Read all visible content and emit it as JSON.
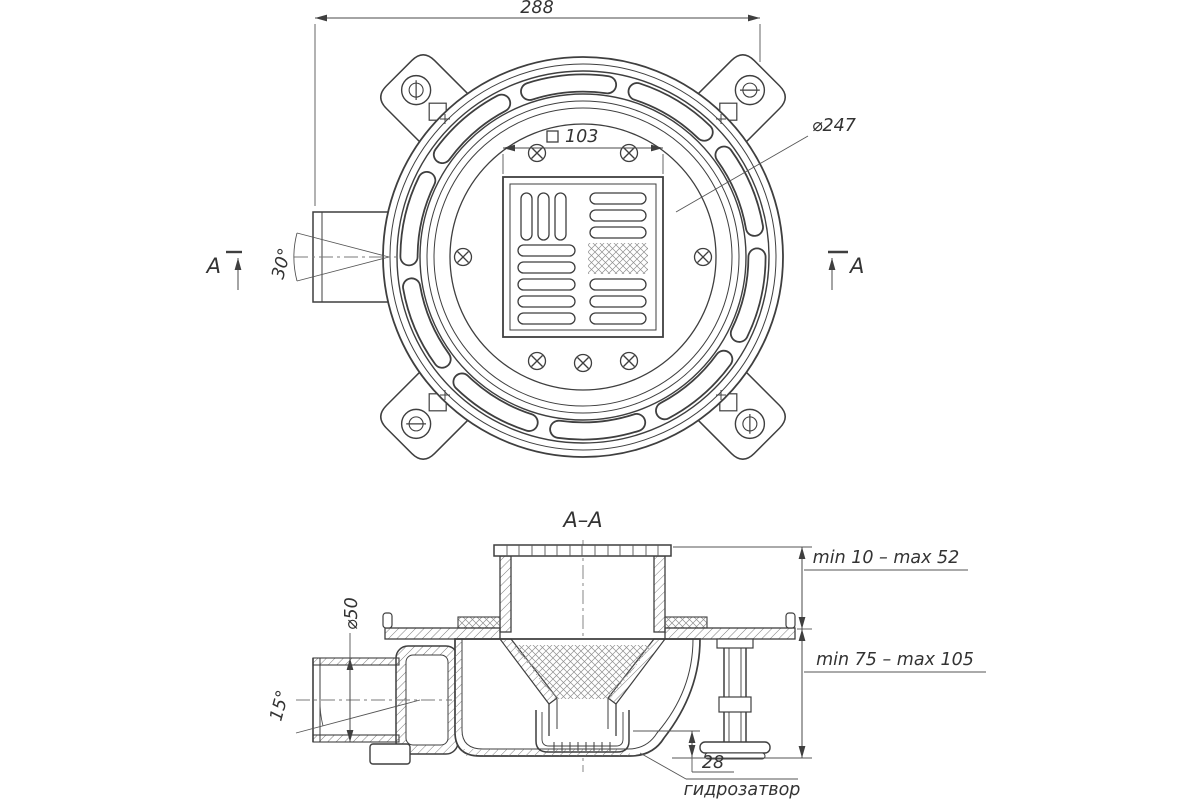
{
  "meta": {
    "background_color": "#ffffff",
    "line_color": "#3f3f3f",
    "description_labels": "technical drawing of floor drain, plan view and section"
  },
  "top_view": {
    "dim_overall_width": "288",
    "dim_grate_size": "103",
    "dim_flange_diameter": "⌀247",
    "angle_outlet_rotation": "30°",
    "section_marker_left": "A",
    "section_marker_right": "A"
  },
  "section_view": {
    "title": "A–A",
    "dim_pipe_diameter": "⌀50",
    "angle_pipe_slope": "15°",
    "dim_mount_height": "min 10 – max 52",
    "dim_body_height": "min 75 – max 105",
    "dim_seal_depth": "28",
    "label_water_seal": "гидрозатвор"
  }
}
